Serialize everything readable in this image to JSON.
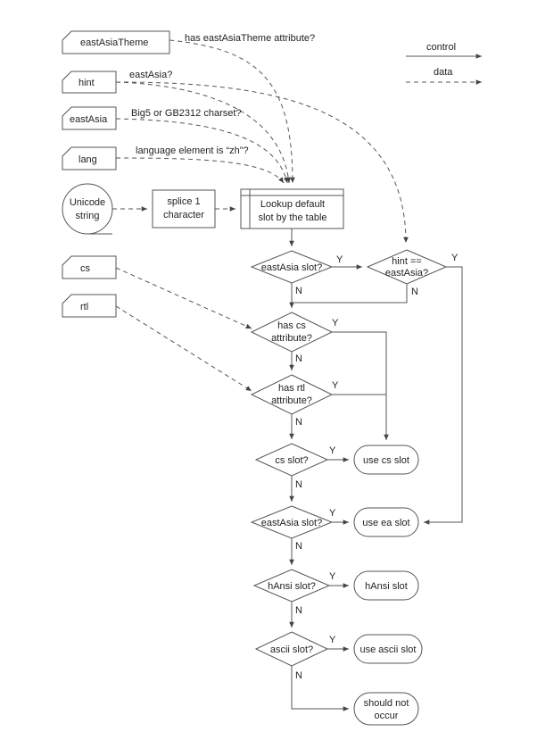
{
  "legend": {
    "control": "control",
    "data": "data"
  },
  "inputs": {
    "eastAsiaTheme": "eastAsiaTheme",
    "hint": "hint",
    "eastAsia": "eastAsia",
    "lang": "lang",
    "cs": "cs",
    "rtl": "rtl"
  },
  "edge_labels": {
    "eastAsiaTheme": "has eastAsiaTheme attribute?",
    "hint": "eastAsia?",
    "eastAsia": "Big5 or GB2312 charset?",
    "lang": "language element is “zh”?"
  },
  "start": {
    "line1": "Unicode",
    "line2": "string"
  },
  "process": {
    "splice_1": "splice 1",
    "splice_2": "character",
    "lookup_1": "Lookup default",
    "lookup_2": "slot by the table"
  },
  "decisions": {
    "eastAsia_slot": "eastAsia slot?",
    "hint_1": "hint ==",
    "hint_2": "eastAsia?",
    "has_cs_1": "has cs",
    "has_cs_2": "attribute?",
    "has_rtl_1": "has rtl",
    "has_rtl_2": "attribute?",
    "cs_slot": "cs slot?",
    "eastAsia_slot_2": "eastAsia slot?",
    "hAnsi_slot": "hAnsi slot?",
    "ascii_slot": "ascii slot?"
  },
  "outcomes": {
    "use_cs": "use cs slot",
    "use_ea": "use ea slot",
    "hAnsi": "hAnsi slot",
    "use_ascii": "use ascii slot",
    "should_not_1": "should not",
    "should_not_2": "occur"
  },
  "yes": "Y",
  "no": "N"
}
